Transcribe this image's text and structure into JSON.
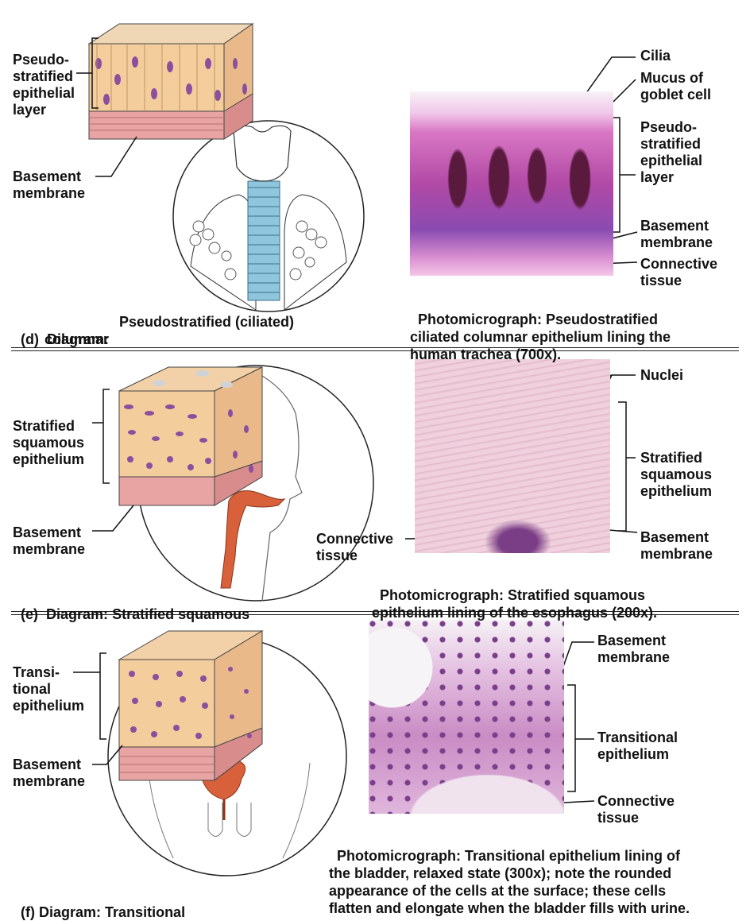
{
  "panel_d": {
    "left_labels": {
      "layer": "Pseudo-\nstratified\nepithelial\nlayer",
      "basement": "Basement\nmembrane"
    },
    "right_labels": {
      "cilia": "Cilia",
      "mucus": "Mucus of\ngoblet cell",
      "layer": "Pseudo-\nstratified\nepithelial\nlayer",
      "basement": "Basement\nmembrane",
      "connective": "Connective\ntissue"
    },
    "diagram_caption_letter": "(d)",
    "diagram_caption_bold": "Diagram:",
    "diagram_caption_text": " Pseudostratified (ciliated)\ncolumnar",
    "photo_caption_bold": "Photomicrograph:",
    "photo_caption_text": " Pseudostratified\nciliated columnar epithelium lining the\nhuman trachea (700x)."
  },
  "panel_e": {
    "left_labels": {
      "epithelium": "Stratified\nsquamous\nepithelium",
      "basement": "Basement\nmembrane"
    },
    "right_labels": {
      "nuclei": "Nuclei",
      "epithelium": "Stratified\nsquamous\nepithelium",
      "basement": "Basement\nmembrane",
      "connective": "Connective\ntissue"
    },
    "diagram_caption_letter": "(e)",
    "diagram_caption_bold": "Diagram:",
    "diagram_caption_text": " Stratified squamous",
    "photo_caption_bold": "Photomicrograph:",
    "photo_caption_text": " Stratified squamous\nepithelium lining of the esophagus (200x)."
  },
  "panel_f": {
    "left_labels": {
      "epithelium": "Transi-\ntional\nepithelium",
      "basement": "Basement\nmembrane"
    },
    "right_labels": {
      "basement": "Basement\nmembrane",
      "epithelium": "Transitional\nepithelium",
      "connective": "Connective\ntissue"
    },
    "diagram_caption_letter": "(f)",
    "diagram_caption_bold": "Diagram:",
    "diagram_caption_text": " Transitional",
    "photo_caption_bold": "Photomicrograph:",
    "photo_caption_text": " Transitional epithelium lining of\nthe bladder, relaxed state (300x); note the rounded\nappearance of the cells at the surface; these cells\nflatten and elongate when the bladder fills with urine."
  },
  "colors": {
    "cell_fill": "#f4cd9c",
    "nucleus": "#8b4f9e",
    "basement": "#e8a3a3",
    "trachea": "#8fc6de",
    "organ": "#d8613c",
    "stain_pink": "#d97fbf",
    "stain_purple": "#7a2f8f",
    "esophagus_stain": "#e9bfd0",
    "bladder_stain": "#c98cc4"
  }
}
